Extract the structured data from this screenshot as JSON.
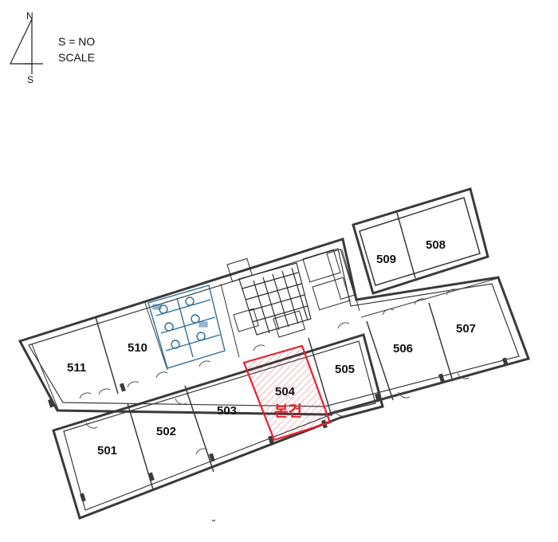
{
  "compass": {
    "north": "N",
    "south": "S"
  },
  "scale_note": {
    "line1": "S = NO",
    "line2": "SCALE"
  },
  "rooms": [
    {
      "id": "501",
      "label": "501"
    },
    {
      "id": "502",
      "label": "502"
    },
    {
      "id": "503",
      "label": "503"
    },
    {
      "id": "504",
      "label": "504",
      "highlighted": true
    },
    {
      "id": "505",
      "label": "505"
    },
    {
      "id": "506",
      "label": "506"
    },
    {
      "id": "507",
      "label": "507"
    },
    {
      "id": "508",
      "label": "508"
    },
    {
      "id": "509",
      "label": "509"
    },
    {
      "id": "510",
      "label": "510"
    },
    {
      "id": "511",
      "label": "511"
    }
  ],
  "highlight": {
    "room": "504",
    "label": "본건",
    "color": "#e8212b"
  },
  "colors": {
    "wall": "#3a3a3a",
    "stair": "#2c2c2c",
    "toilet": "#2f6f9c"
  }
}
